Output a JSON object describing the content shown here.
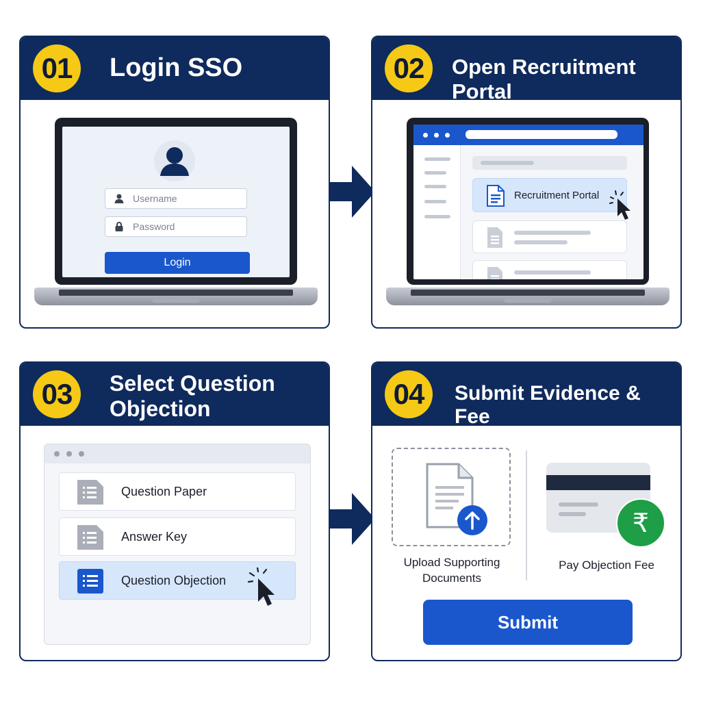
{
  "steps": [
    {
      "number": "01",
      "title_lines": [
        "Login SSO"
      ],
      "login": {
        "username_placeholder": "Username",
        "password_placeholder": "Password",
        "button": "Login"
      }
    },
    {
      "number": "02",
      "title_lines": [
        "Open Recruitment Portal"
      ],
      "portal": {
        "highlighted_item": "Recruitment Portal"
      }
    },
    {
      "number": "03",
      "title_lines": [
        "Select Question",
        "Objection"
      ],
      "items": [
        "Question Paper",
        "Answer Key",
        "Question Objection"
      ]
    },
    {
      "number": "04",
      "title_lines": [
        "Submit Evidence & Fee"
      ],
      "upload_label": [
        "Upload Supporting",
        "Documents"
      ],
      "fee_label": "Pay Objection Fee",
      "currency_symbol": "₹",
      "submit_button": "Submit"
    }
  ],
  "colors": {
    "header_navy": "#0f2a5c",
    "badge_yellow": "#f5c915",
    "primary_blue": "#1a57cc",
    "highlight_blue": "#d6e6fb",
    "fee_green": "#1e9e46"
  }
}
